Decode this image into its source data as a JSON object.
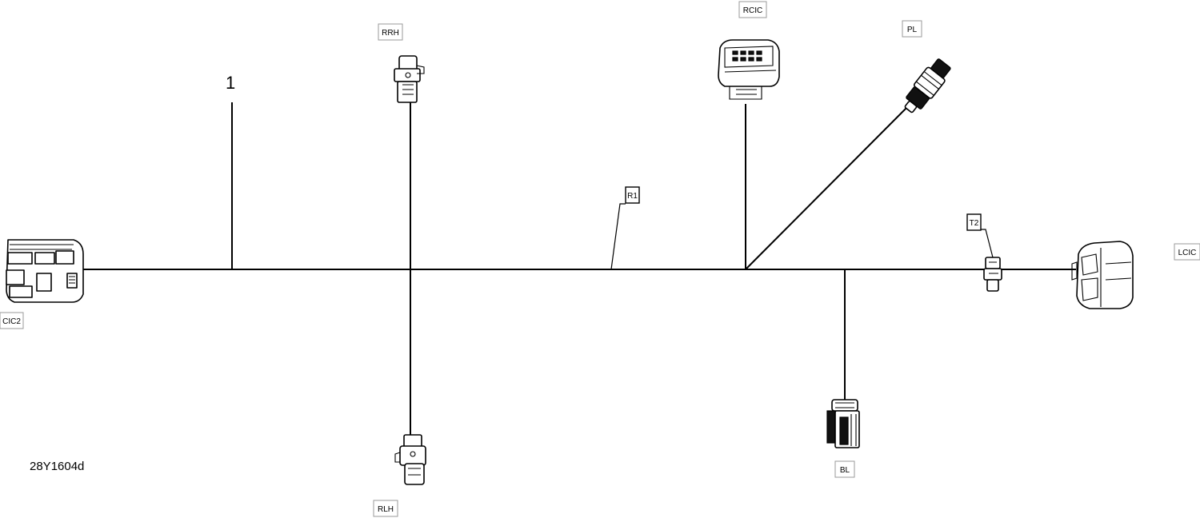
{
  "diagram": {
    "callout_number": "1",
    "reference_code": "28Y1604d",
    "connectors": {
      "cic2": "CIC2",
      "rrh": "RRH",
      "rlh": "RLH",
      "rcic": "RCIC",
      "pl": "PL",
      "bl": "BL",
      "lcic": "LCIC",
      "t2": "T2",
      "r1": "R1"
    }
  }
}
